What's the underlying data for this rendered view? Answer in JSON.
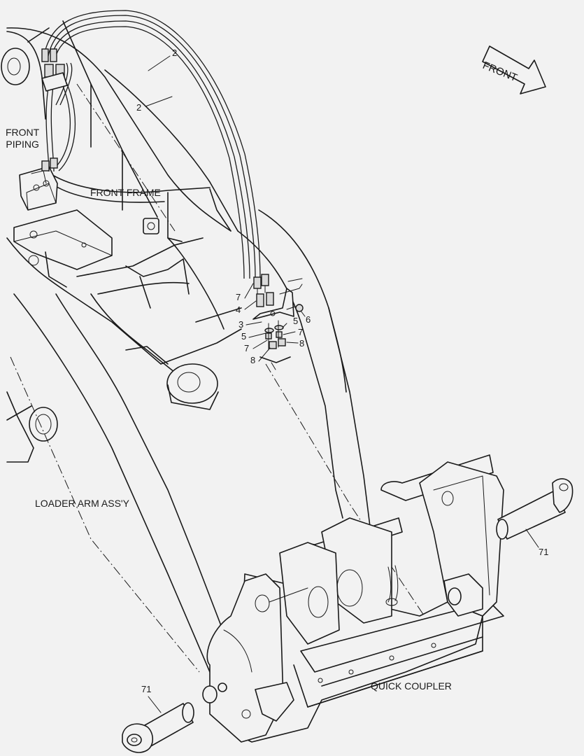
{
  "labels": {
    "front_piping": [
      "FRONT",
      "PIPING"
    ],
    "front_frame": "FRONT FRAME",
    "loader_arm": "LOADER ARM ASS'Y",
    "quick_coupler": "QUICK COUPLER",
    "front_arrow": "FRONT"
  },
  "callouts": {
    "hose_upper": "2",
    "hose_lower": "2",
    "fitting_7a": "7",
    "fitting_4": "4",
    "bracket_3": "3",
    "washer_5a": "5",
    "bolt_6": "6",
    "washer_5b": "5",
    "fitting_7b": "7",
    "fitting_7c": "7",
    "nut_8a": "8",
    "nut_8b": "8",
    "pin_71_right": "71",
    "pin_71_left": "71"
  }
}
